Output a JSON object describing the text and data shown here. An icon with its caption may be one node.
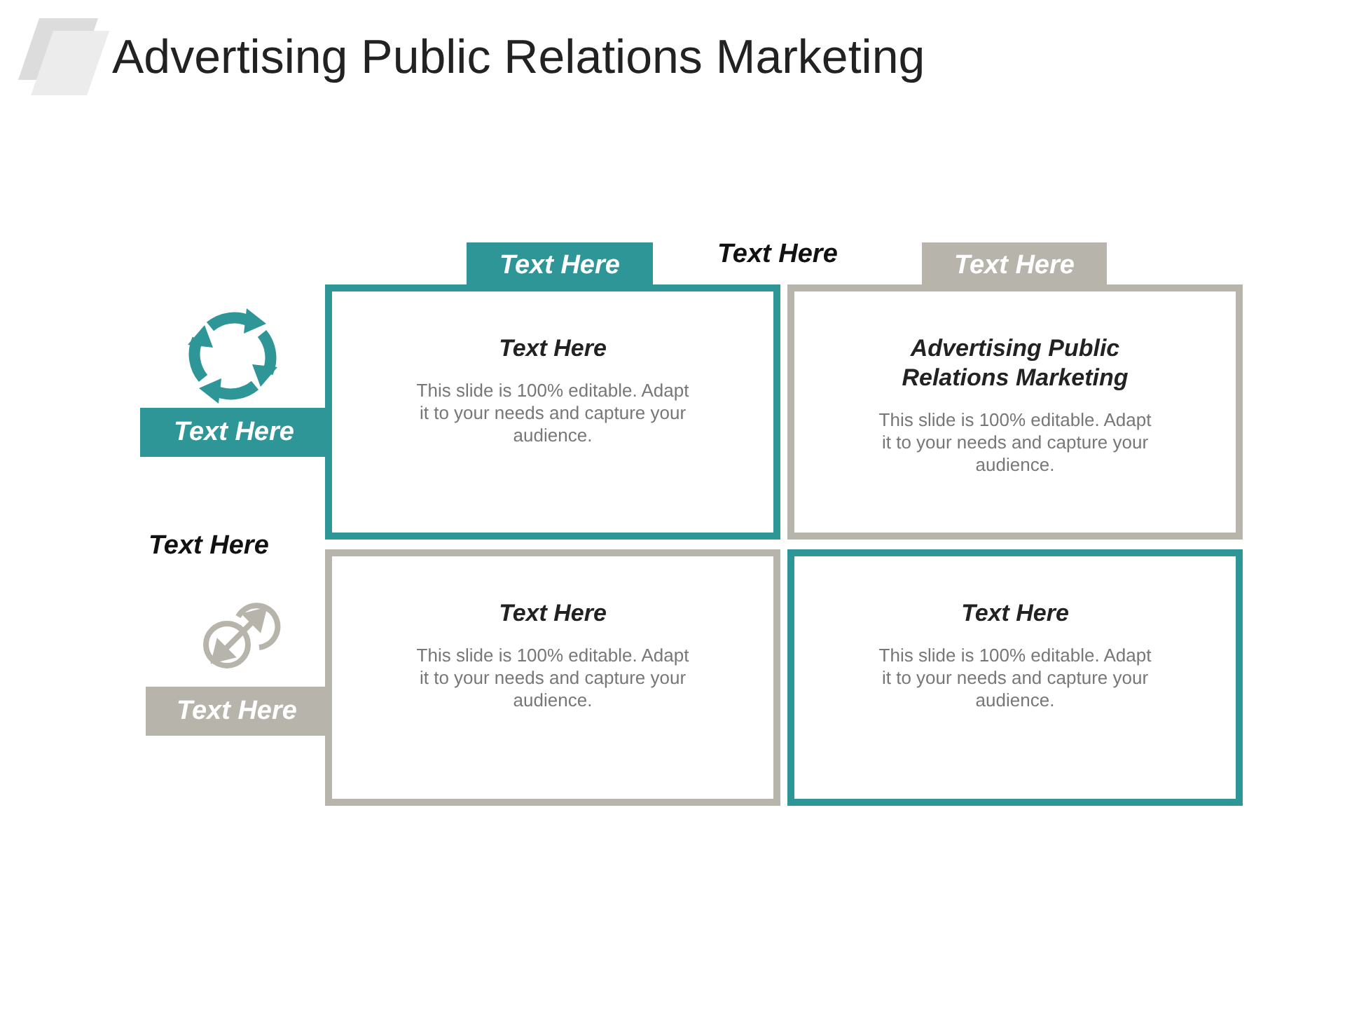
{
  "diagram": {
    "title": "Advertising Public Relations Marketing",
    "nodes": [
      {
        "text": [
          "Text Here"
        ]
      },
      {
        "text": [
          "Text Here"
        ]
      },
      {
        "text": [
          "Text Here",
          "This slide is 100% editable. Adapt it to your needs and capture your audience."
        ]
      },
      {
        "text": [
          "Advertising Public Relations Marketing",
          "This slide is 100% editable. Adapt it to your needs and capture your audience."
        ]
      },
      {
        "text": [
          "Text Here"
        ]
      },
      {
        "text": [
          "Text Here",
          "This slide is 100% editable. Adapt it to your needs and capture your audience."
        ]
      },
      {
        "text": [
          "Text Here"
        ]
      },
      {
        "text": [
          "Text Here",
          "This slide is 100% editable. Adapt it to your needs and capture your audience."
        ]
      }
    ],
    "labels": [
      "Text Here",
      "Text Here"
    ]
  }
}
